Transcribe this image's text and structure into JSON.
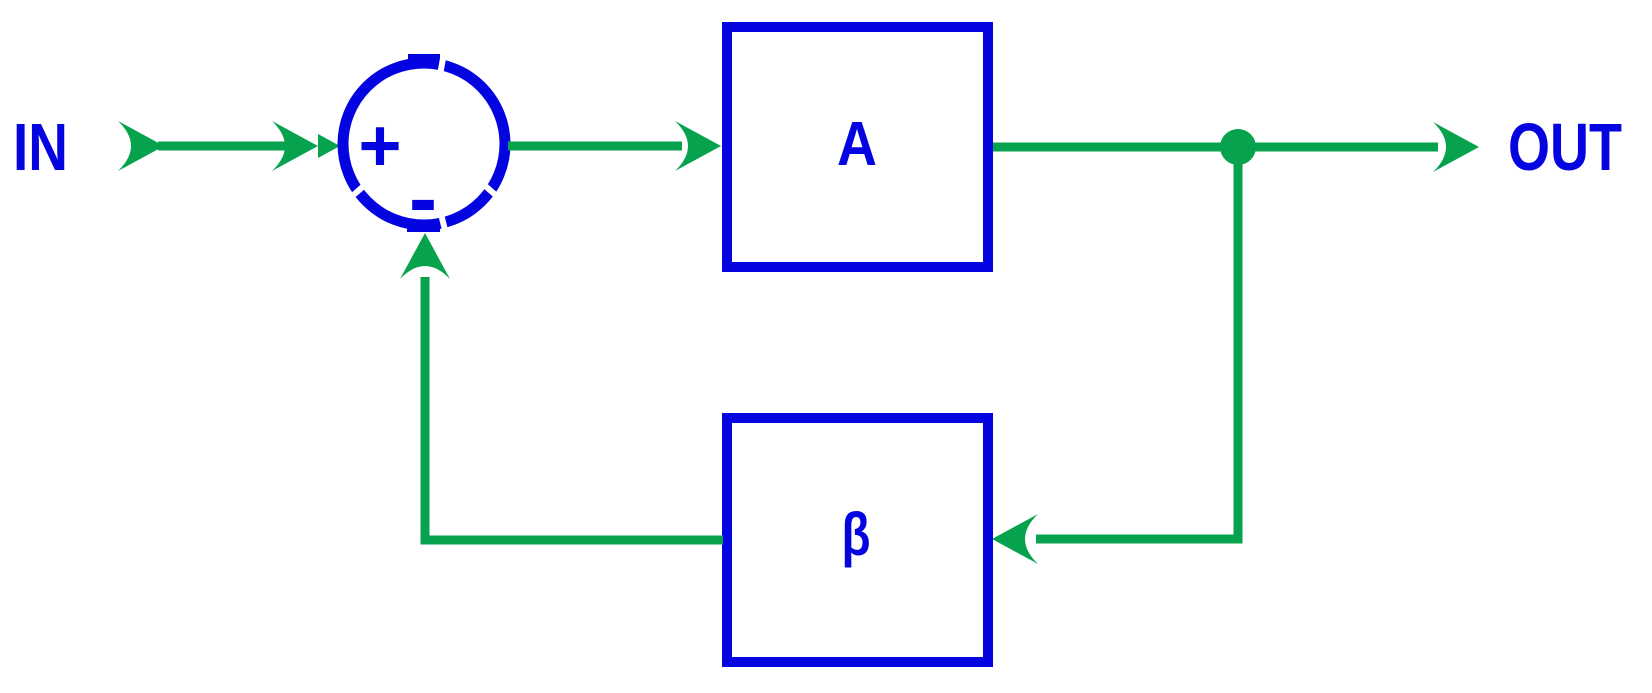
{
  "colors": {
    "blue": "#0404E0",
    "green": "#07A24D",
    "bg": "#FFFFFF"
  },
  "diagram": {
    "type": "negative-feedback-block-diagram",
    "input_label": "IN",
    "output_label": "OUT",
    "forward_block_label": "A",
    "feedback_block_label": "β",
    "summing_plus": "+",
    "summing_minus": "-"
  }
}
